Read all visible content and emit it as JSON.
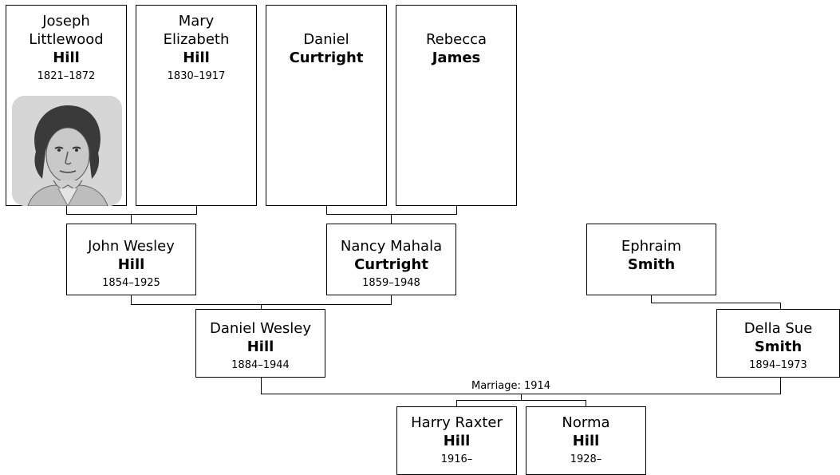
{
  "people": {
    "joseph": {
      "given": "Joseph Littlewood",
      "surname": "Hill",
      "dates": "1821–1872",
      "portrait": "portrait-of-joseph-littlewood-hill"
    },
    "mary": {
      "given": "Mary Elizabeth",
      "surname": "Hill",
      "dates": "1830–1917"
    },
    "daniel_c": {
      "given": "Daniel",
      "surname": "Curtright",
      "dates": ""
    },
    "rebecca": {
      "given": "Rebecca",
      "surname": "James",
      "dates": ""
    },
    "john": {
      "given": "John Wesley",
      "surname": "Hill",
      "dates": "1854–1925"
    },
    "nancy": {
      "given": "Nancy Mahala",
      "surname": "Curtright",
      "dates": "1859–1948"
    },
    "ephraim": {
      "given": "Ephraim",
      "surname": "Smith",
      "dates": ""
    },
    "daniel_w": {
      "given": "Daniel Wesley",
      "surname": "Hill",
      "dates": "1884–1944"
    },
    "della": {
      "given": "Della Sue",
      "surname": "Smith",
      "dates": "1894–1973"
    },
    "harry": {
      "given": "Harry Raxter",
      "surname": "Hill",
      "dates": "1916–"
    },
    "norma": {
      "given": "Norma",
      "surname": "Hill",
      "dates": "1928–"
    }
  },
  "marriage_label": "Marriage: 1914"
}
